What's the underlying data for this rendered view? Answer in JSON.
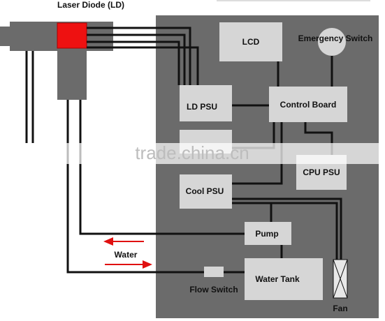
{
  "diagram": {
    "title": "Laser Diode (LD)",
    "components": {
      "lcd": "LCD",
      "emergency_switch": "Emergency Switch",
      "ld_psu": "LD PSU",
      "control_board": "Control Board",
      "cpu_psu": "CPU PSU",
      "cool_psu": "Cool PSU",
      "pump": "Pump",
      "water_tank": "Water Tank",
      "flow_switch": "Flow Switch",
      "fan": "Fan"
    },
    "water_label": "Water",
    "watermark": "trade.china.cn"
  },
  "colors": {
    "cabinet": "#6b6b6b",
    "module": "#d6d6d6",
    "laser_diode": "#ee1111",
    "arrow": "#e01010",
    "wire": "#111111"
  }
}
